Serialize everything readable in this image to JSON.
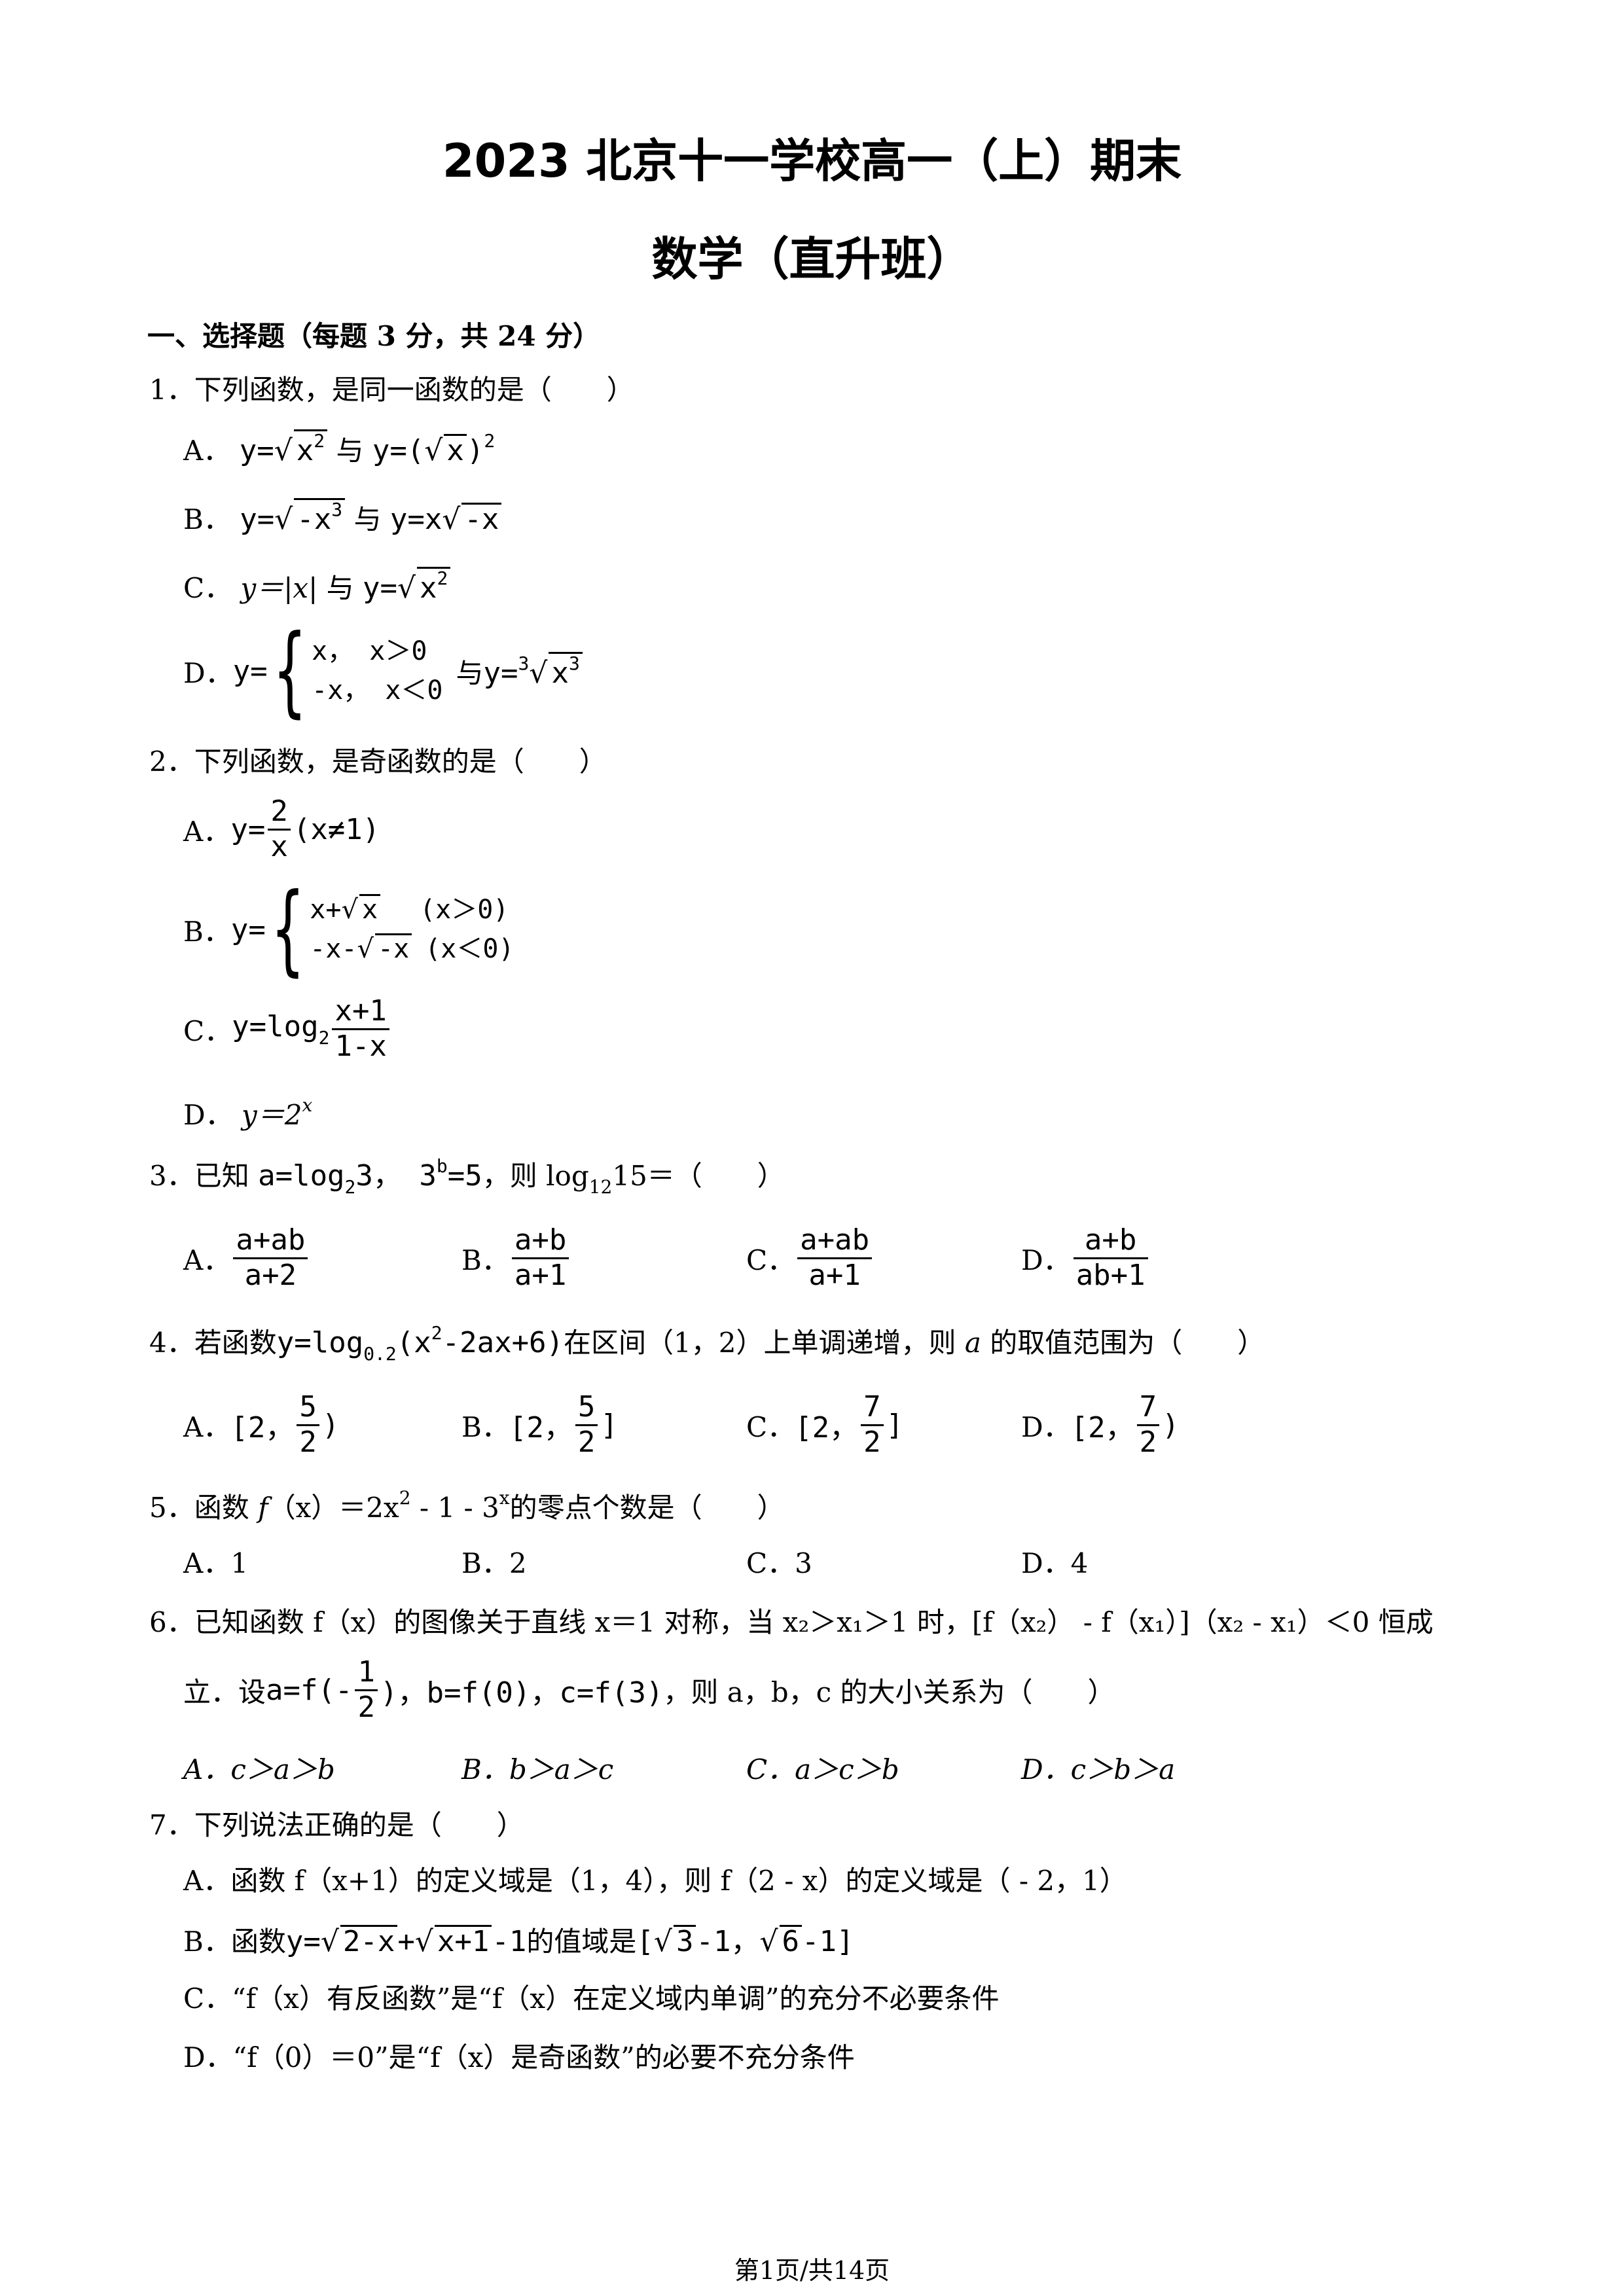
{
  "header": {
    "title": "2023 北京十一学校高一（上）期末",
    "subtitle": "数学（直升班）"
  },
  "section1": {
    "heading": "一、选择题（每题 3 分，共 24 分）"
  },
  "q1": {
    "stem": "1．下列函数，是同一函数的是（　　）",
    "A": {
      "label": "A．",
      "f1_lhs": "y=",
      "f1_rad": "x",
      "f1_exp": "2",
      "mid": "与",
      "f2_lhs": "y=(",
      "f2_rad": "x",
      "f2_rp": ")",
      "f2_exp": "2"
    },
    "B": {
      "label": "B．",
      "f1_lhs": "y=",
      "f1_rad": "-x",
      "f1_exp": "3",
      "mid": "与",
      "f2_lhs": "y=x",
      "f2_rad": "-x"
    },
    "C": {
      "label": "C．",
      "f1": "y＝|x|",
      "mid": "与",
      "f2_lhs": "y=",
      "f2_rad": "x",
      "f2_exp": "2"
    },
    "D": {
      "label": "D．",
      "f1_lhs": "y=",
      "case1": "x， x＞0",
      "case2": "-x， x＜0",
      "mid": "与",
      "f2_lhs": "y=",
      "f2_idx": "3",
      "f2_rad": "x",
      "f2_exp": "3"
    }
  },
  "q2": {
    "stem": "2．下列函数，是奇函数的是（　　）",
    "A": {
      "label": "A．",
      "lhs": "y=",
      "num": "2",
      "den": "x",
      "cond": "(x≠1)"
    },
    "B": {
      "label": "B．",
      "lhs": "y=",
      "c1a": "x+",
      "c1r": "x",
      "c1c": "(x＞0)",
      "c2a": "-x-",
      "c2r": "-x",
      "c2c": "(x＜0)"
    },
    "C": {
      "label": "C．",
      "lhs": "y=log",
      "base": "2",
      "num": "x+1",
      "den": "1-x"
    },
    "D": {
      "label": "D．",
      "expr": "y＝2",
      "exp": "x"
    }
  },
  "q3": {
    "stem_a": "3．已知",
    "m1": "a=log",
    "m1_sub": "2",
    "m1_tail": "3，",
    "m2": "3",
    "m2_sup": "b",
    "m2_tail": "=5",
    "stem_b": "，则 log",
    "stem_sub": "12",
    "stem_c": "15＝（　　）",
    "A": {
      "label": "A．",
      "num": "a+ab",
      "den": "a+2"
    },
    "B": {
      "label": "B．",
      "num": "a+b",
      "den": "a+1"
    },
    "C": {
      "label": "C．",
      "num": "a+ab",
      "den": "a+1"
    },
    "D": {
      "label": "D．",
      "num": "a+b",
      "den": "ab+1"
    }
  },
  "q4": {
    "stem_a": "4．若函数",
    "m1": "y=log",
    "m1_sub": "0.2",
    "m1_b": "(x",
    "m1_sup": "2",
    "m1_c": "-2ax+6)",
    "stem_b": "在区间（1，2）上单调递增，则 ",
    "var": "a",
    "stem_c": " 的取值范围为（　　）",
    "A": {
      "label": "A．",
      "l": "[2，",
      "num": "5",
      "den": "2",
      "r": ")"
    },
    "B": {
      "label": "B．",
      "l": "[2，",
      "num": "5",
      "den": "2",
      "r": "]"
    },
    "C": {
      "label": "C．",
      "l": "[2，",
      "num": "7",
      "den": "2",
      "r": "]"
    },
    "D": {
      "label": "D．",
      "l": "[2，",
      "num": "7",
      "den": "2",
      "r": ")"
    }
  },
  "q5": {
    "stem_a": "5．函数 ",
    "f": "f",
    "stem_b": "（x）＝2x",
    "sup1": "2",
    "stem_c": " - 1 - 3",
    "sup2": "x",
    "stem_d": "的零点个数是（　　）",
    "A": "A．1",
    "B": "B．2",
    "C": "C．3",
    "D": "D．4"
  },
  "q6": {
    "line1": "6．已知函数 f（x）的图像关于直线 x＝1 对称，当 x₂＞x₁＞1 时，[f（x₂） - f（x₁）]（x₂ - x₁）＜0 恒成",
    "line2_a": "立．设",
    "m_a": "a=f(-",
    "m_num": "1",
    "m_den": "2",
    "m_b": ")，b=f(0)，c=f(3)",
    "line2_b": "，则 a，b，c 的大小关系为（　　）",
    "A": "A．c＞a＞b",
    "B": "B．b＞a＞c",
    "C": "C．a＞c＞b",
    "D": "D．c＞b＞a"
  },
  "q7": {
    "stem": "7．下列说法正确的是（　　）",
    "A": "A．函数 f（x+1）的定义域是（1，4），则 f（2 - x）的定义域是（ - 2，1）",
    "B_a": "B．函数",
    "B_m1": "y=",
    "B_r1": "2-x",
    "B_p": "+",
    "B_r2": "x+1",
    "B_m2": "-1",
    "B_b": "的值域是",
    "B_m3": "[",
    "B_r3": "3",
    "B_m4": "-1，",
    "B_r4": "6",
    "B_m5": "-1]",
    "C": "C．“f（x）有反函数”是“f（x）在定义域内单调”的充分不必要条件",
    "D": "D．“f（0）＝0”是“f（x）是奇函数”的必要不充分条件"
  },
  "footer": {
    "page": "第1页/共14页"
  }
}
